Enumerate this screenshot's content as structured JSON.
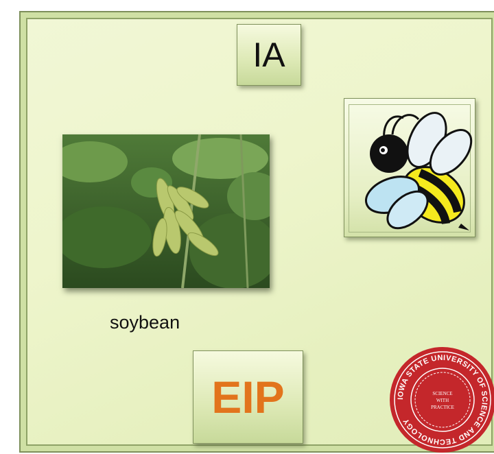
{
  "slide": {
    "tile_top_label": "IA",
    "tile_bottom_label": "EIP",
    "photo_caption": "soybean",
    "accent_color": "#e2741c",
    "background_color": "#eef5cc"
  },
  "seal": {
    "ring_text": "IOWA STATE UNIVERSITY OF SCIENCE AND TECHNOLOGY",
    "center_text": [
      "SCIENCE",
      "WITH",
      "PRACTICE"
    ],
    "color": "#c4272b"
  },
  "icons": {
    "bee": "bee-icon",
    "seal": "university-seal-icon"
  }
}
